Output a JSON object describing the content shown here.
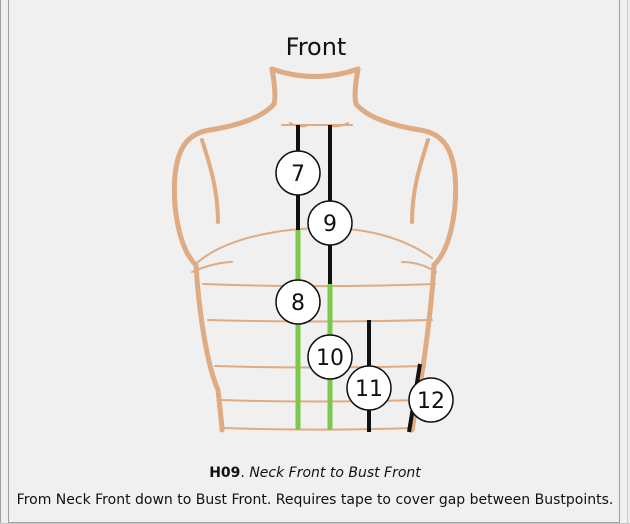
{
  "figure": {
    "title": "Front",
    "measurements": [
      {
        "number": "7"
      },
      {
        "number": "9"
      },
      {
        "number": "8"
      },
      {
        "number": "10"
      },
      {
        "number": "11"
      },
      {
        "number": "12"
      }
    ]
  },
  "caption": {
    "code": "H09",
    "separator": ".",
    "name": "Neck Front to Bust Front"
  },
  "description": "From Neck Front down to Bust Front. Requires tape to cover gap between Bustpoints.",
  "colors": {
    "body_outline": "#deab83",
    "measure_line": "#111111",
    "highlight_line": "#7cc84a",
    "background": "#f0f0f0"
  }
}
